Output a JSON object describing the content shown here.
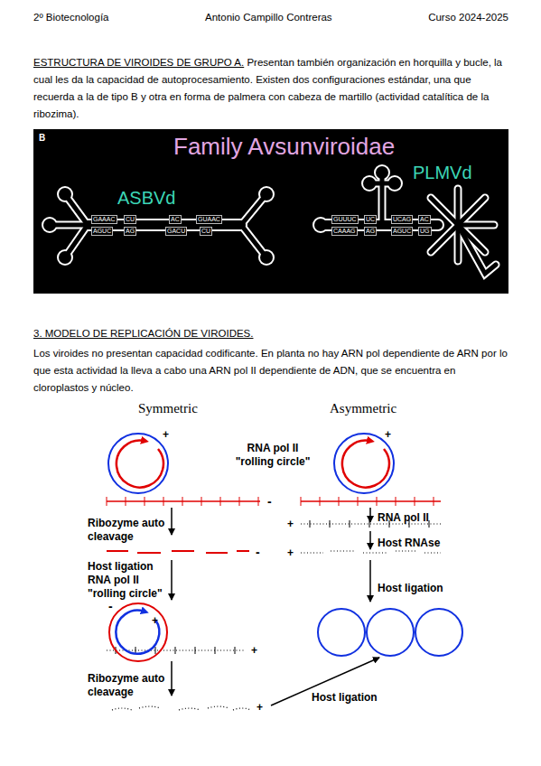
{
  "diagram": {
    "nodes": [
      {
        "text": [
          "B",
          "Family Avsunviroidae",
          "ASBVd",
          "PLMVd"
        ]
      }
    ],
    "labels": [
      "2º Biotecnología",
      "Antonio Campillo Contreras",
      "Curso 2024-2025",
      "ESTRUCTURA DE VIROIDES DE GRUPO A.",
      " Presentan también organización en horquilla y bucle, la cual les da la capacidad de autoprocesamiento. Existen dos configuraciones estándar, una que recuerda a la de tipo B y otra en forma de palmera con cabeza de martillo (actividad catalítica de la ribozima).",
      "GAAAC",
      "CU",
      "AC",
      "GUAAC",
      "AGUC",
      "AG",
      "GACU",
      "CU",
      "GUUUC",
      "UC",
      "UCAG",
      "AC",
      "CAAAG",
      "AG",
      "AGUC",
      "UG",
      "3. MODELO DE REPLICACIÓN DE VIROIDES.",
      "Los viroides no presentan capacidad codificante. En planta no hay ARN pol dependiente de ARN por lo que esta actividad la lleva a cabo una ARN pol II dependiente de ADN, que se encuentra en cloroplastos y núcleo.",
      "Symmetric",
      "Asymmetric",
      "RNA pol II \"rolling circle\"",
      "+",
      "+",
      "-",
      "Ribozyme auto cleavage",
      "RNA pol II",
      "-",
      "+",
      "Host RNAse",
      "+",
      "Host ligation RNA pol II \"rolling circle\"",
      "Host ligation",
      "-",
      "+",
      "+",
      "Ribozyme auto cleavage",
      "+",
      "Host ligation"
    ]
  }
}
